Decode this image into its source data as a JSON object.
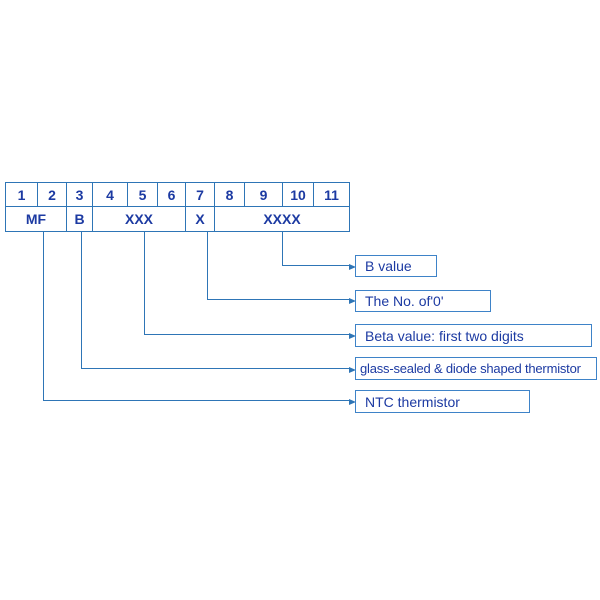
{
  "diagram": {
    "title_hidden": "",
    "colors": {
      "line_blue": "#2e75b6",
      "box_border_blue": "#3e83c8",
      "text_navy": "#1c3aa2",
      "background": "#ffffff"
    },
    "code_columns": [
      "1",
      "2",
      "3",
      "4",
      "5",
      "6",
      "7",
      "8",
      "9",
      "10",
      "11"
    ],
    "code_groups": [
      {
        "label": "MF",
        "span": "1-2"
      },
      {
        "label": "B",
        "span": "3"
      },
      {
        "label": "XXX",
        "span": "4-6"
      },
      {
        "label": "X",
        "span": "7"
      },
      {
        "label": "XXXX",
        "span": "8-11"
      }
    ],
    "legend": [
      {
        "label": "B value",
        "from": "XXXX"
      },
      {
        "label": "The No. of'0'",
        "from": "X"
      },
      {
        "label": "Beta value: first two digits",
        "from": "XXX"
      },
      {
        "label": "glass-sealed & diode shaped thermistor",
        "from": "B"
      },
      {
        "label": "NTC thermistor",
        "from": "MF"
      }
    ]
  }
}
